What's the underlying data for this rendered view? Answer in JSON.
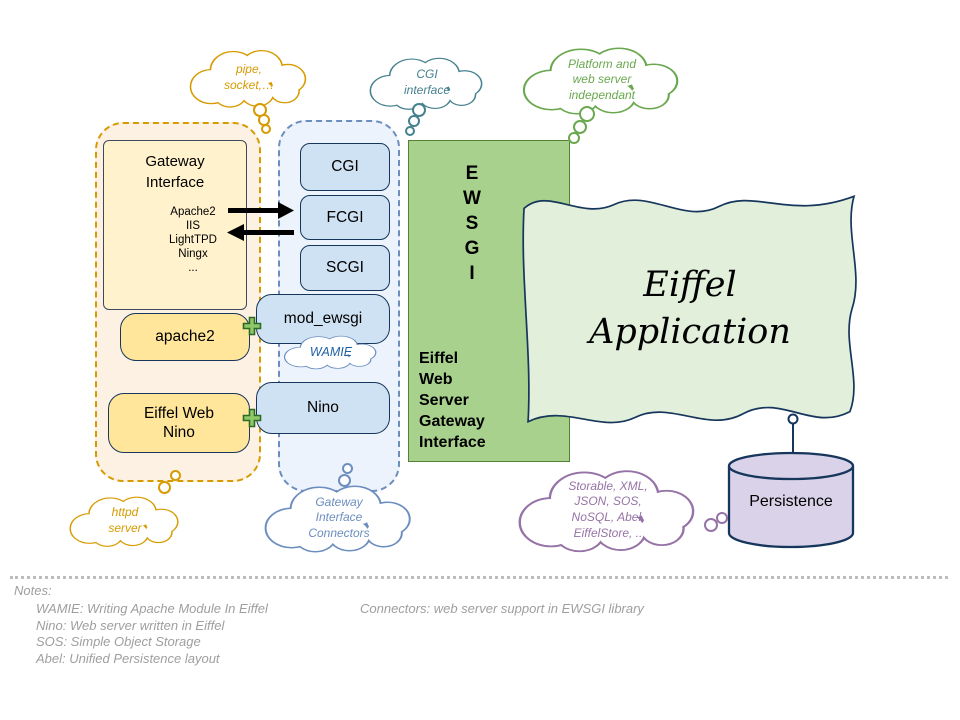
{
  "clouds": {
    "pipe_socket": "pipe,\nsocket,…",
    "cgi_interface": "CGI\ninterface",
    "platform": "Platform and\nweb server\nindependant",
    "httpd": "httpd\nserver",
    "gateway_connectors": "Gateway\nInterface\nConnectors",
    "storable": "Storable, XML,\nJSON, SOS,\nNoSQL, Abel,\nEiffelStore, ..",
    "wamie": "WAMIE"
  },
  "gateway_panel": {
    "title": "Gateway\nInterface",
    "servers": "Apache2\nIIS\nLightTPD\nNingx\n...",
    "apache2_label": "apache2",
    "nino_label": "Eiffel Web\nNino"
  },
  "protocol_boxes": {
    "cgi": "CGI",
    "fcgi": "FCGI",
    "scgi": "SCGI",
    "mod_ewsgi": "mod_ewsgi",
    "nino": "Nino"
  },
  "ewsgi_box": {
    "acronym": "E\nW\nS\nG\nI",
    "label": "Eiffel\nWeb\nServer\nGateway\nInterface"
  },
  "application": {
    "title": "Eiffel\nApplication"
  },
  "persistence": {
    "label": "Persistence"
  },
  "notes": {
    "heading": "Notes:",
    "items": [
      "WAMIE: Writing Apache Module In Eiffel",
      "Nino: Web server written in Eiffel",
      "SOS: Simple Object Storage",
      "Abel: Unified Persistence layout"
    ],
    "right_note": "Connectors: web server support in EWSGI library"
  },
  "colors": {
    "orange_container": "#d79b00",
    "blue_container": "#6c8ebf",
    "green_box": "#a9d18e",
    "green_border": "#538135",
    "flag_fill": "#e2efda",
    "persistence_fill": "#d9d2e9",
    "yellow_fill": "#ffe69b",
    "navy_border": "#16365c",
    "teal_cloud": "#45818e",
    "purple_cloud": "#9673a6"
  }
}
